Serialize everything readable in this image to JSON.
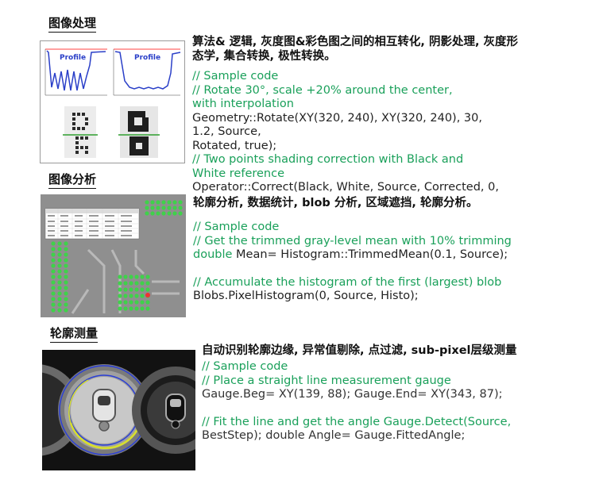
{
  "sections": [
    {
      "heading": "图像处理",
      "description": "算法& 逻辑, 灰度图&彩色图之间的相互转化, 阴影处理, 灰度形态学, 集合转换, 极性转换。",
      "profile_label": "Profile",
      "lines": [
        {
          "type": "comment",
          "text": "// Sample code"
        },
        {
          "type": "comment",
          "text": "// Rotate 30°, scale +20% around the center, with interpolation"
        },
        {
          "type": "code",
          "text": "Geometry::Rotate(XY(320, 240), XY(320, 240), 30, 1.2, Source,"
        },
        {
          "type": "code",
          "text": "Rotated, true);"
        },
        {
          "type": "comment",
          "text": "// Two points shading correction with Black and White reference"
        },
        {
          "type": "code",
          "text": "Operator::Correct(Black, White, Source, Corrected, 0,"
        }
      ]
    },
    {
      "heading": "图像分析",
      "description": "轮廓分析, 数据统计, blob 分析, 区域遮挡, 轮廓分析。",
      "lines": [
        {
          "type": "comment",
          "text": "// Sample code"
        },
        {
          "type": "comment",
          "text": "// Get the trimmed gray-level mean with 10% trimming"
        },
        {
          "type": "mixed",
          "comment": "double",
          "code": " Mean= Histogram::TrimmedMean(0.1, Source);"
        },
        {
          "type": "comment",
          "text": "// Accumulate the histogram of the first (largest) blob"
        },
        {
          "type": "code",
          "text": "Blobs.PixelHistogram(0, Source, Histo);"
        }
      ]
    },
    {
      "heading": "轮廓测量",
      "description": "自动识别轮廓边缘, 异常值剔除, 点过滤, sub-pixel层级测量",
      "lines": [
        {
          "type": "comment",
          "text": "// Sample code"
        },
        {
          "type": "comment",
          "text": "// Place a straight line measurement gauge"
        },
        {
          "type": "code",
          "text": "Gauge.Beg= XY(139, 88); Gauge.End= XY(343, 87);"
        },
        {
          "type": "comment",
          "text": "// Fit the line and get the angle Gauge.Detect(Source,"
        },
        {
          "type": "code",
          "text": "BestStep); double Angle= Gauge.FittedAngle;"
        }
      ]
    }
  ]
}
